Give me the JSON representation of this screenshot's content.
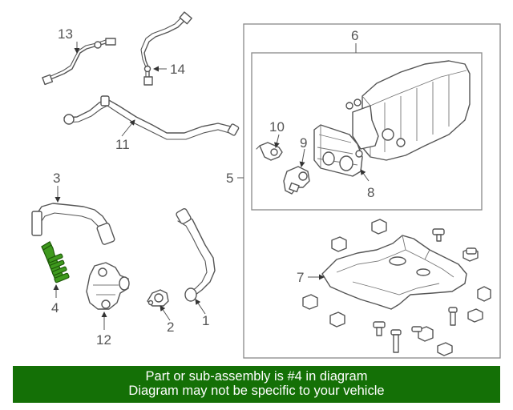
{
  "callouts": {
    "c1": "1",
    "c2": "2",
    "c3": "3",
    "c4": "4",
    "c5": "5",
    "c6": "6",
    "c7": "7",
    "c8": "8",
    "c9": "9",
    "c10": "10",
    "c11": "11",
    "c12": "12",
    "c13": "13",
    "c14": "14"
  },
  "highlight": {
    "part": "4",
    "color": "#3f9a1e"
  },
  "banner": {
    "line1": "Part or sub-assembly is #4 in diagram",
    "line2": "Diagram may not be specific to your vehicle",
    "background": "#147006",
    "text_color": "#ffffff"
  }
}
